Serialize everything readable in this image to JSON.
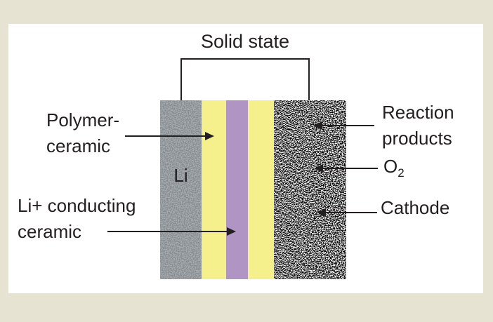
{
  "figure": {
    "title": "Solid state",
    "stack": {
      "li_label": "Li",
      "layers": [
        {
          "name": "lithium-anode",
          "fill": "gray"
        },
        {
          "name": "polymer-ceramic-left",
          "fill": "yellow"
        },
        {
          "name": "li-conducting-ceramic",
          "fill": "purple"
        },
        {
          "name": "polymer-ceramic-right",
          "fill": "yellow"
        },
        {
          "name": "cathode",
          "fill": "black-white-speckle"
        }
      ]
    },
    "callouts": {
      "polymer_ceramic": {
        "line1": "Polymer-",
        "line2": "ceramic"
      },
      "li_conducting_ceramic": {
        "line1": "Li+ conducting",
        "line2": "ceramic"
      },
      "reaction_products": {
        "line1": "Reaction",
        "line2": "products"
      },
      "o2": {
        "symbol": "O",
        "subscript": "2"
      },
      "cathode": "Cathode"
    },
    "colors": {
      "background": "#e7e3d2",
      "panel": "#ffffff",
      "ink": "#231f20",
      "layer_li": "#9ba1a6",
      "layer_polymer_ceramic": "#f5f08c",
      "layer_li_conducting_ceramic": "#b094c4"
    }
  }
}
